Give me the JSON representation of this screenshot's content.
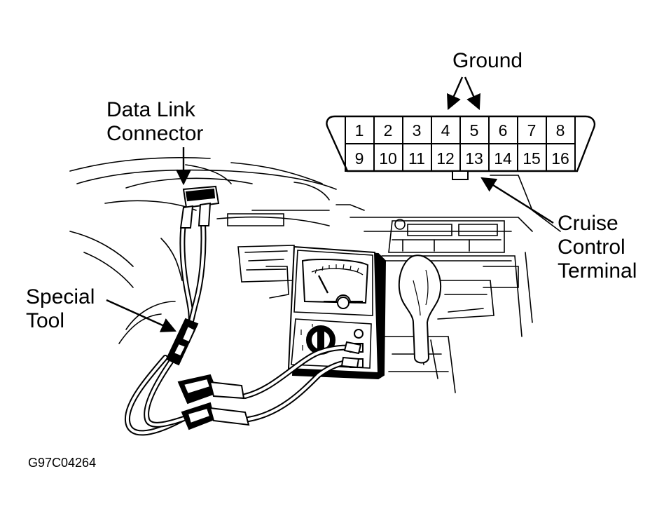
{
  "labels": {
    "ground": "Ground",
    "data_link_connector_line1": "Data Link",
    "data_link_connector_line2": "Connector",
    "cruise_line1": "Cruise",
    "cruise_line2": "Control",
    "cruise_line3": "Terminal",
    "special_tool_line1": "Special",
    "special_tool_line2": "Tool",
    "figure_code": "G97C04264"
  },
  "connector": {
    "top_row": [
      "1",
      "2",
      "3",
      "4",
      "5",
      "6",
      "7",
      "8"
    ],
    "bottom_row": [
      "9",
      "10",
      "11",
      "12",
      "13",
      "14",
      "15",
      "16"
    ]
  }
}
